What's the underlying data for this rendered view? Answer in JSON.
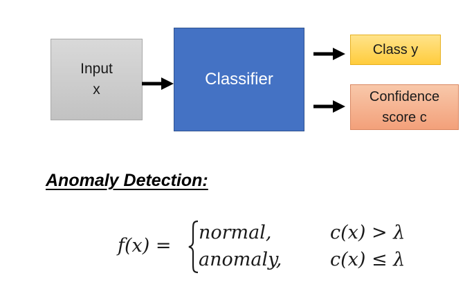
{
  "diagram": {
    "input": {
      "line1": "Input",
      "line2": "x"
    },
    "classifier": {
      "label": "Classifier"
    },
    "outputs": {
      "class": {
        "label": "Class y"
      },
      "confidence": {
        "line1": "Confidence",
        "line2": "score c"
      }
    }
  },
  "section": {
    "heading": "Anomaly Detection:"
  },
  "formula": {
    "lhs": "f(x) =",
    "cases": [
      {
        "label": "normal,",
        "condition": "c(x) > λ"
      },
      {
        "label": "anomaly,",
        "condition": "c(x) ≤ λ"
      }
    ]
  },
  "colors": {
    "classifier": "#4472c4",
    "input": "#c8c8c8",
    "class_output": "#ffd34d",
    "confidence_output": "#f4a984",
    "arrow": "#000000"
  }
}
